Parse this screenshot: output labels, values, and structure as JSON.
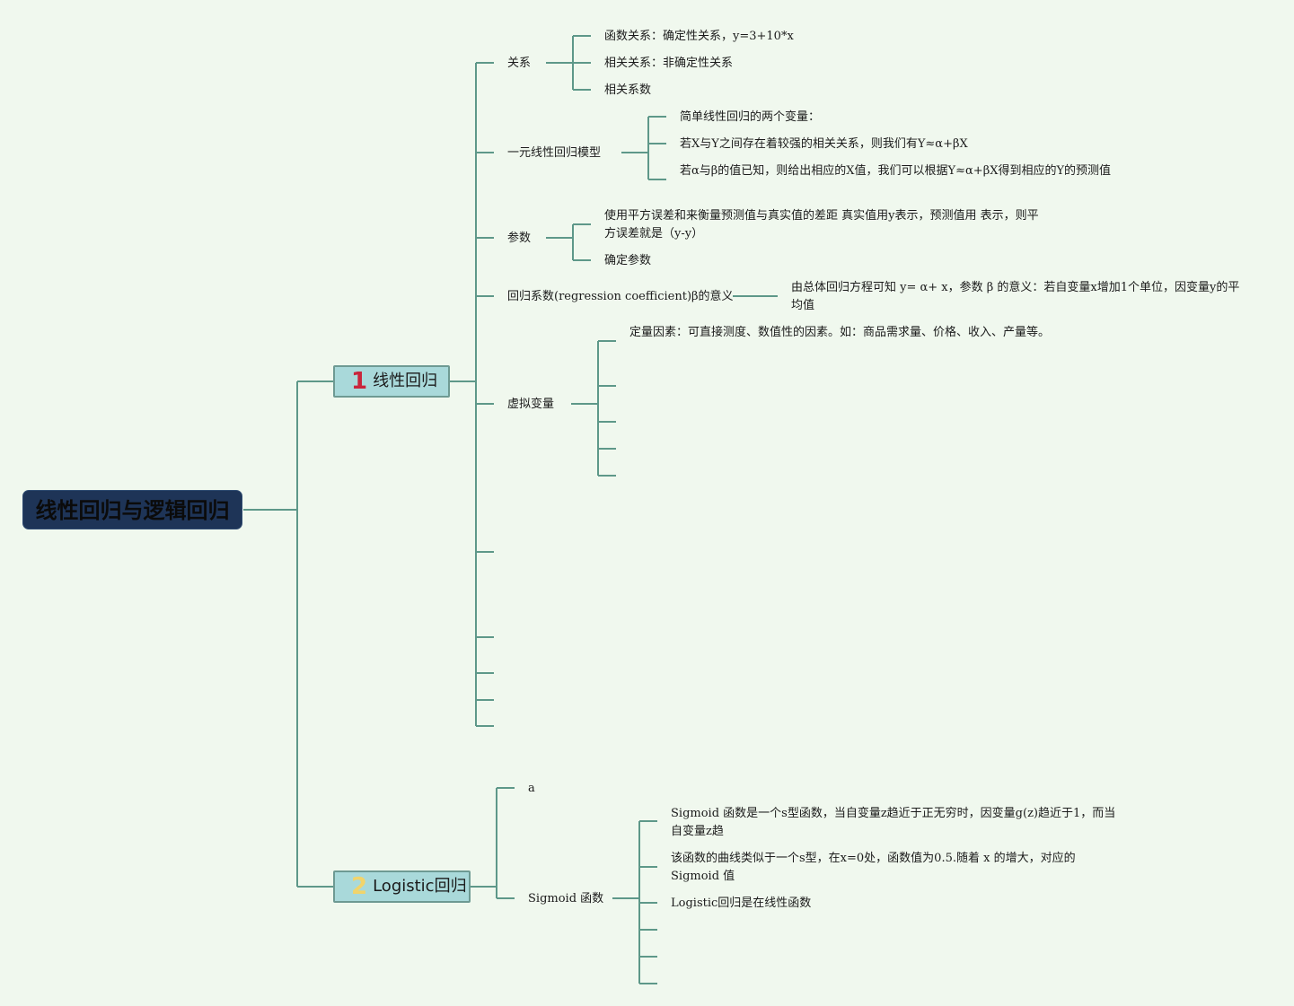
{
  "root": {
    "title": "线性回归与逻辑回归"
  },
  "branches": {
    "linear": {
      "index": "1",
      "label": "线性回归",
      "relation": {
        "label": "关系",
        "items": [
          "函数关系：确定性关系，y=3+10*x",
          "相关关系：非确定性关系",
          "相关系数"
        ]
      },
      "model": {
        "label": "一元线性回归模型",
        "items": [
          "简单线性回归的两个变量：",
          "若X与Y之间存在着较强的相关关系，则我们有Y≈α+βX",
          "若α与β的值已知，则给出相应的X值，我们可以根据Y≈α+βX得到相应的Y的预测值"
        ]
      },
      "params": {
        "label": "参数",
        "items": [
          "使用平方误差和来衡量预测值与真实值的差距 真实值用y表示，预测值用 表示，则平方误差就是（y-y）",
          "确定参数"
        ]
      },
      "coef": {
        "label": "回归系数(regression coefficient)β的意义",
        "items": [
          "由总体回归方程可知 y= α+ x，参数 β 的意义：若自变量x增加1个单位，因变量y的平均值"
        ]
      },
      "dummy": {
        "label": "虚拟变量",
        "items": [
          "定量因素：可直接测度、数值性的因素。如：商品需求量、价格、收入、产量等。"
        ]
      }
    },
    "logistic": {
      "index": "2",
      "label": "Logistic回归",
      "a": {
        "label": "a"
      },
      "sigmoid": {
        "label": "Sigmoid 函数",
        "items": [
          "Sigmoid 函数是一个s型函数，当自变量z趋近于正无穷时，因变量g(z)趋近于1，而当自变量z趋",
          "该函数的曲线类似于一个s型，在x=0处，函数值为0.5.随着 x 的增大，对应的Sigmoid 值",
          "Logistic回归是在线性函数"
        ]
      }
    }
  },
  "colors": {
    "line": "#5e9889",
    "root_fill": "#1e3457",
    "main_fill": "#a9d9da",
    "background": "#f0f8ee"
  }
}
